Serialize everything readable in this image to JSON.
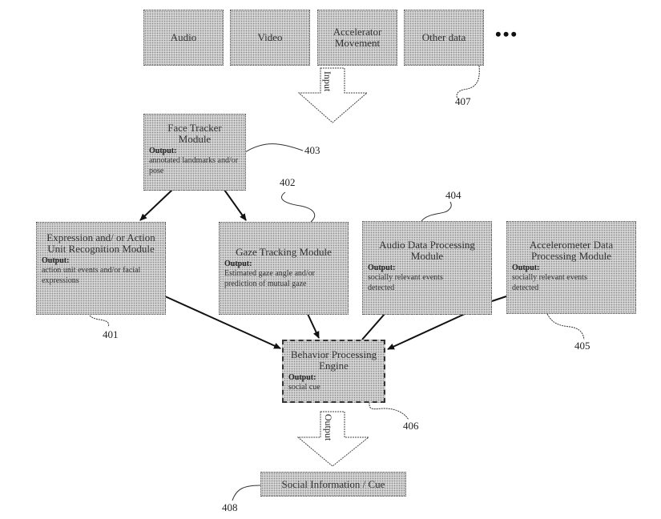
{
  "inputs": [
    {
      "label": "Audio"
    },
    {
      "label": "Video"
    },
    {
      "label": "Accelerator Movement"
    },
    {
      "label": "Other data"
    }
  ],
  "ellipsis": "•••",
  "input_arrow_label": "Input",
  "output_arrow_label": "Output",
  "output_keyword": "Output:",
  "modules": {
    "face_tracker": {
      "title": "Face Tracker Module",
      "output": "annotated landmarks and/or pose",
      "ref": "403"
    },
    "expression": {
      "title": "Expression and/ or Action Unit Recognition Module",
      "output": "action unit events and/or facial expressions",
      "ref": "401"
    },
    "gaze": {
      "title": "Gaze Tracking Module",
      "output": "Estimated gaze angle and/or prediction of mutual gaze",
      "ref": "402"
    },
    "audio_proc": {
      "title": "Audio Data Processing Module",
      "output": "socially relevant events detected",
      "ref": "404"
    },
    "accel_proc": {
      "title": "Accelerometer Data Processing Module",
      "output": "socially relevant events detected",
      "ref": "405"
    },
    "behavior": {
      "title": "Behavior Processing Engine",
      "output": "social cue",
      "ref": "406"
    }
  },
  "other_data_ref": "407",
  "result": {
    "label": "Social Information / Cue",
    "ref": "408"
  }
}
